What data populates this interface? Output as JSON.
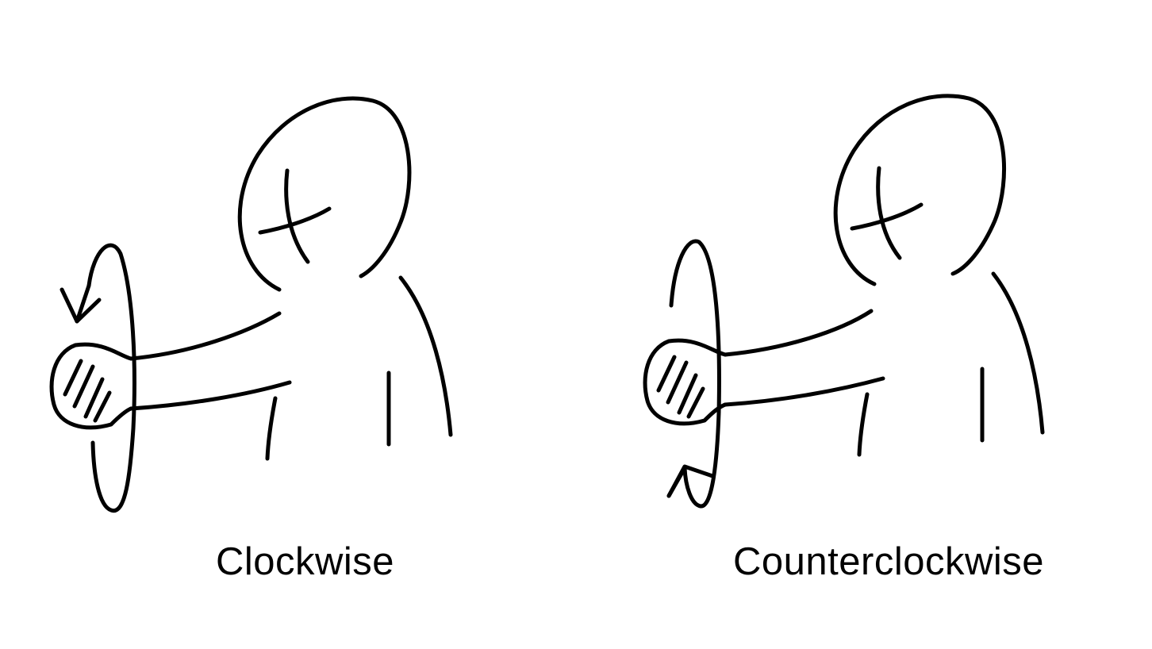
{
  "labels": {
    "clockwise": "Clockwise",
    "counterclockwise": "Counterclockwise"
  },
  "colors": {
    "background": "#ffffff",
    "ink": "#000000"
  },
  "figures": [
    {
      "rotation": "clockwise",
      "icon": "clockwise-arrow-icon"
    },
    {
      "rotation": "counterclockwise",
      "icon": "counterclockwise-arrow-icon"
    }
  ]
}
